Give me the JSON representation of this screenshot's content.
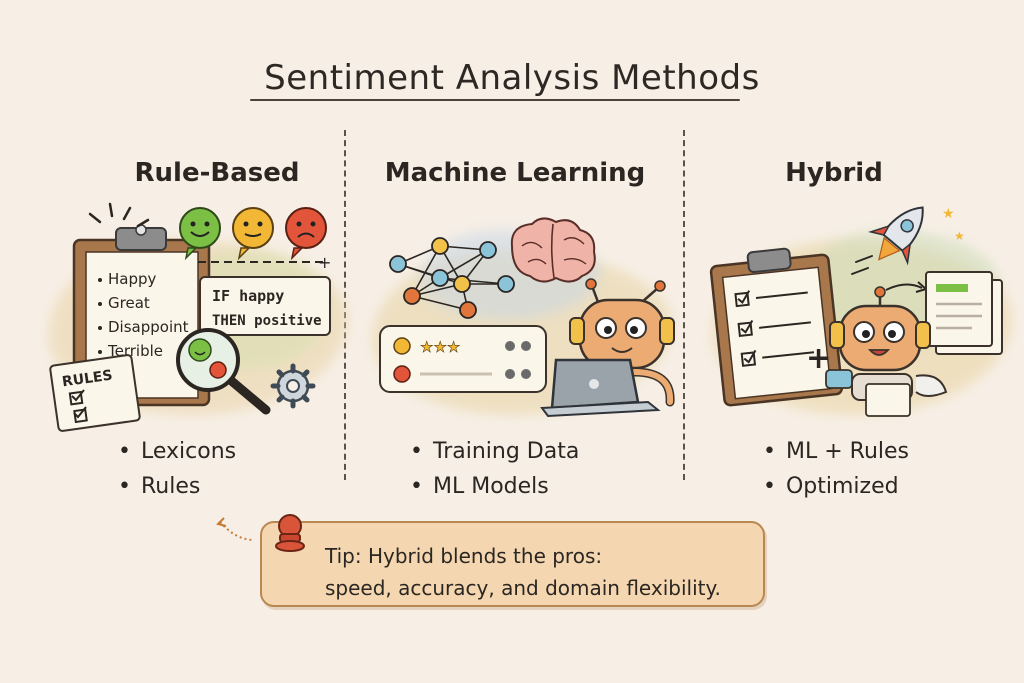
{
  "title": "Sentiment Analysis Methods",
  "columns": [
    {
      "heading": "Rule-Based",
      "bullets": [
        "Lexicons",
        "Rules"
      ],
      "clipboard_words": [
        "Happy",
        "Great",
        "Disappoint",
        "Terrible"
      ],
      "rules_card_label": "RULES",
      "rule_note_line1": "IF happy",
      "rule_note_line2": "THEN positive",
      "icons": [
        "happy-face-icon",
        "neutral-face-icon",
        "sad-face-icon",
        "magnifier-icon",
        "gear-icon",
        "clipboard-icon"
      ]
    },
    {
      "heading": "Machine Learning",
      "bullets": [
        "Training Data",
        "ML Models"
      ],
      "icons": [
        "neural-network-icon",
        "brain-icon",
        "review-card-icon",
        "robot-icon",
        "laptop-icon"
      ]
    },
    {
      "heading": "Hybrid",
      "bullets": [
        "ML + Rules",
        "Optimized"
      ],
      "icons": [
        "rocket-icon",
        "checklist-clipboard-icon",
        "robot-icon",
        "document-icon"
      ]
    }
  ],
  "tip": {
    "line1": "Tip: Hybrid blends the pros:",
    "line2": "speed, accuracy, and domain flexibility.",
    "icon": "pushpin-icon"
  },
  "colors": {
    "background": "#f7efe6",
    "tip_fill": "#f4d7b0",
    "tip_border": "#b98852",
    "positive": "#7cbf45",
    "neutral": "#f2b735",
    "negative": "#e2553a"
  }
}
